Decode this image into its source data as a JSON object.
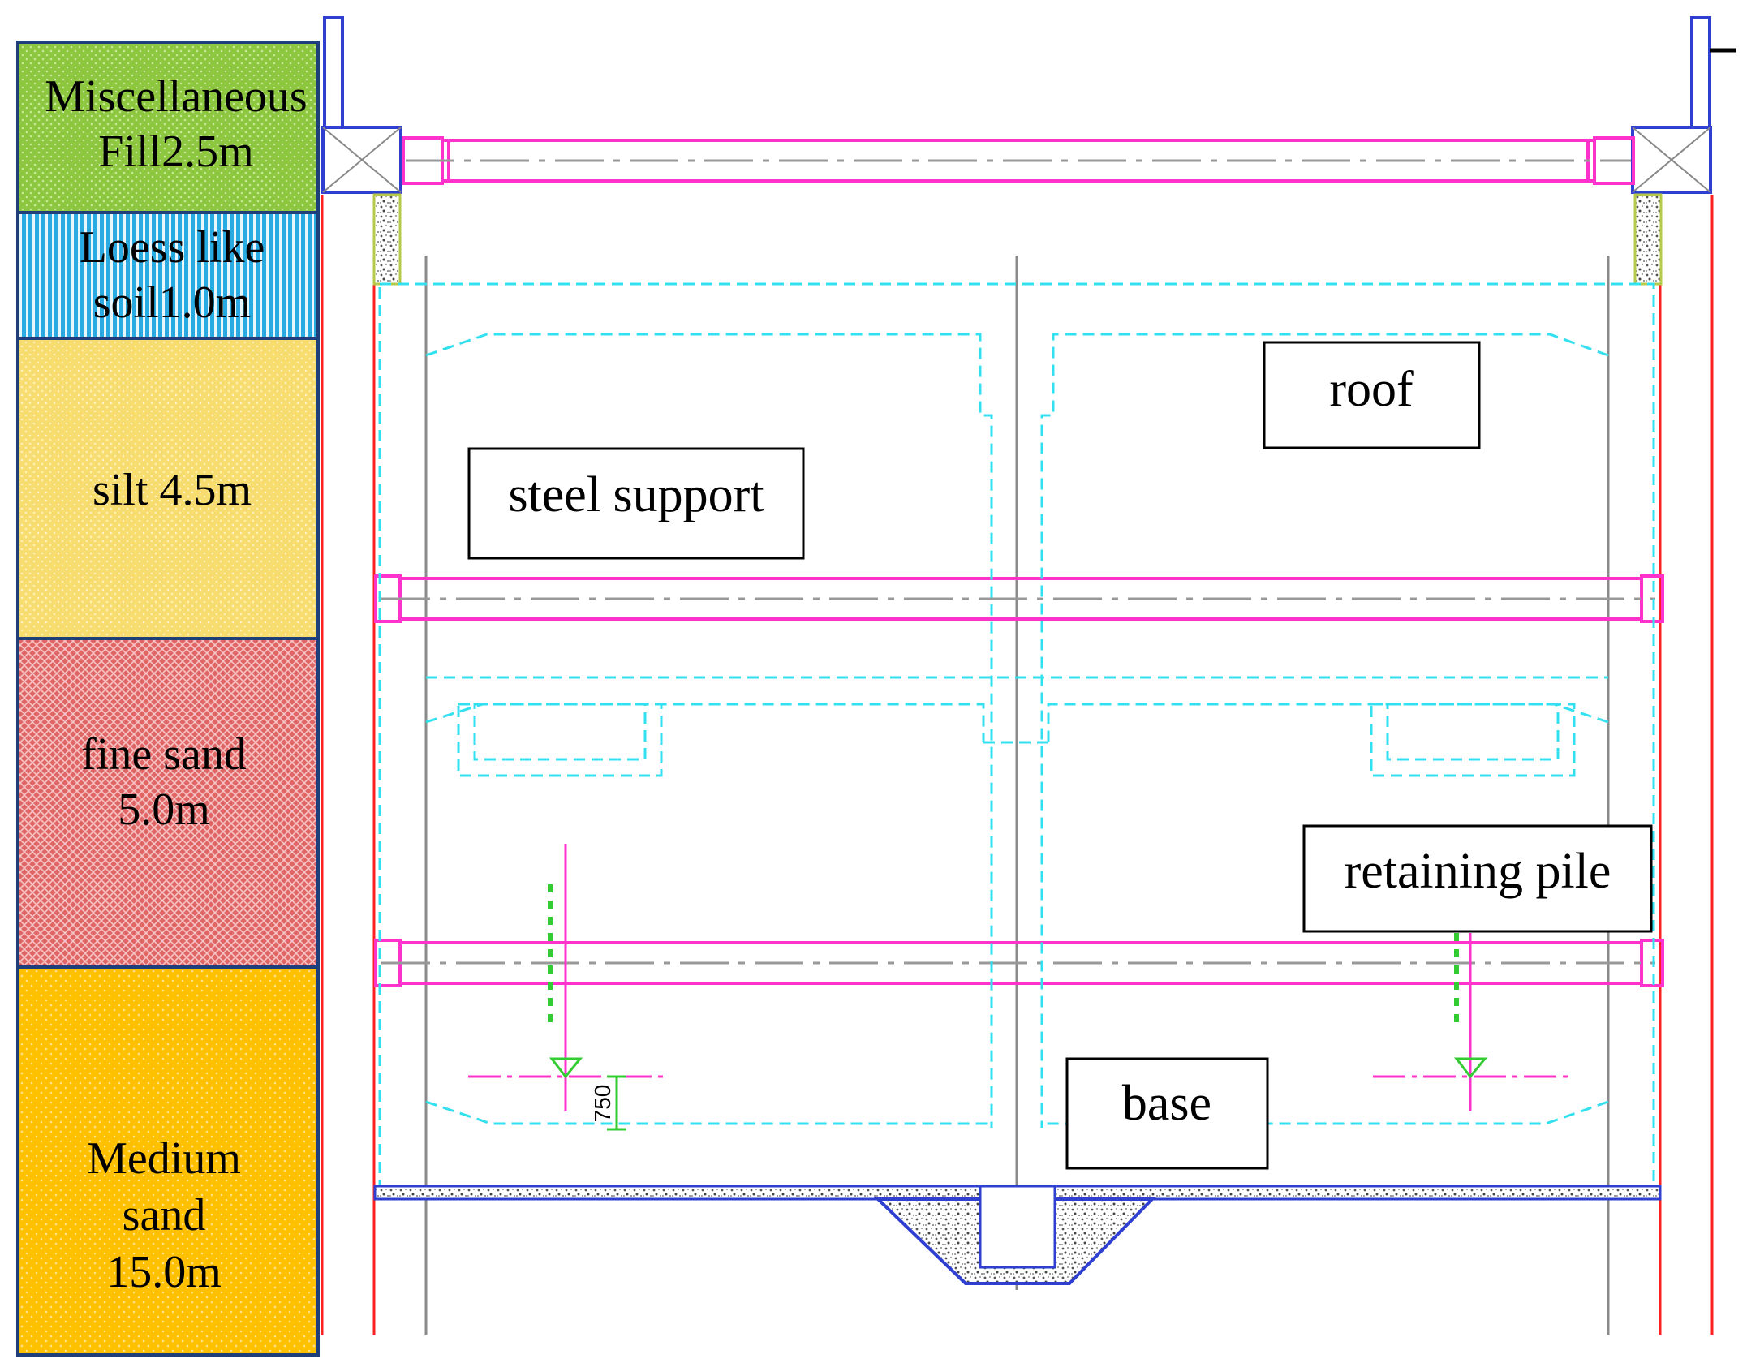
{
  "soil_column": {
    "layers": [
      {
        "line1": "Miscellaneous",
        "line2": "Fill2.5m",
        "line3": "",
        "color": "#8dc63f",
        "pattern": "dots-green"
      },
      {
        "line1": "Loess like",
        "line2": "soil1.0m",
        "line3": "",
        "color": "#29abe2",
        "pattern": "vstripes-blue"
      },
      {
        "line1": "silt 4.5m",
        "line2": "",
        "line3": "",
        "color": "#f7dc6f",
        "pattern": "dots-yellow"
      },
      {
        "line1": "fine sand",
        "line2": "5.0m",
        "line3": "",
        "color": "#e06666",
        "pattern": "cross-red"
      },
      {
        "line1": "Medium",
        "line2": "sand",
        "line3": "15.0m",
        "color": "#ffc000",
        "pattern": "dots-orange"
      }
    ],
    "border_color": "#1f3f7a"
  },
  "labels": {
    "roof": "roof",
    "steel_support": "steel support",
    "retaining_pile": "retaining pile",
    "base": "base"
  },
  "dimension": {
    "value": "750"
  },
  "colors": {
    "support": "#ff33cc",
    "structure_outline": "#33e0f0",
    "pile_line": "#ff2020",
    "axis": "#8a8a8a",
    "wall_blue": "#2f3fd0"
  }
}
